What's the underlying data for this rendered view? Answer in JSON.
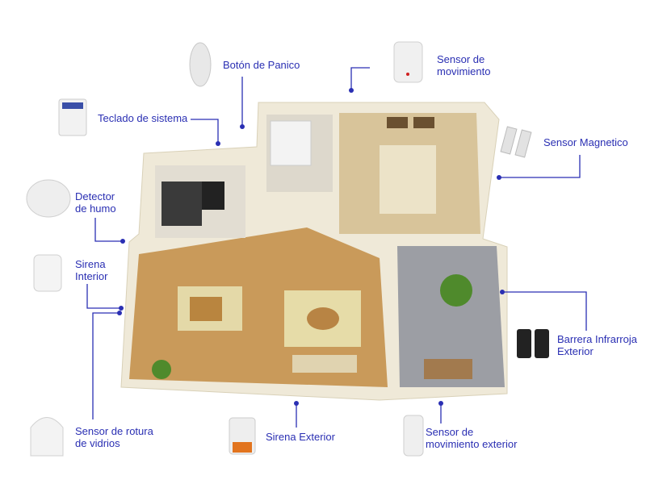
{
  "title": "Home security sensor layout",
  "accent_color": "#2a2fb3",
  "labels": {
    "panic_button": [
      "Botón de Panico"
    ],
    "motion_sensor": [
      "Sensor de",
      "movimiento"
    ],
    "keypad": [
      "Teclado de sistema"
    ],
    "magnetic_sensor": [
      "Sensor Magnetico"
    ],
    "smoke_detector": [
      "Detector",
      "de humo"
    ],
    "indoor_siren": [
      "Sirena",
      "Interior"
    ],
    "ir_barrier": [
      "Barrera Infrarroja",
      "Exterior"
    ],
    "glass_break": [
      "Sensor de rotura",
      "de vidrios"
    ],
    "outdoor_siren": [
      "Sirena Exterior"
    ],
    "outdoor_motion": [
      "Sensor de",
      "movimiento exterior"
    ]
  }
}
